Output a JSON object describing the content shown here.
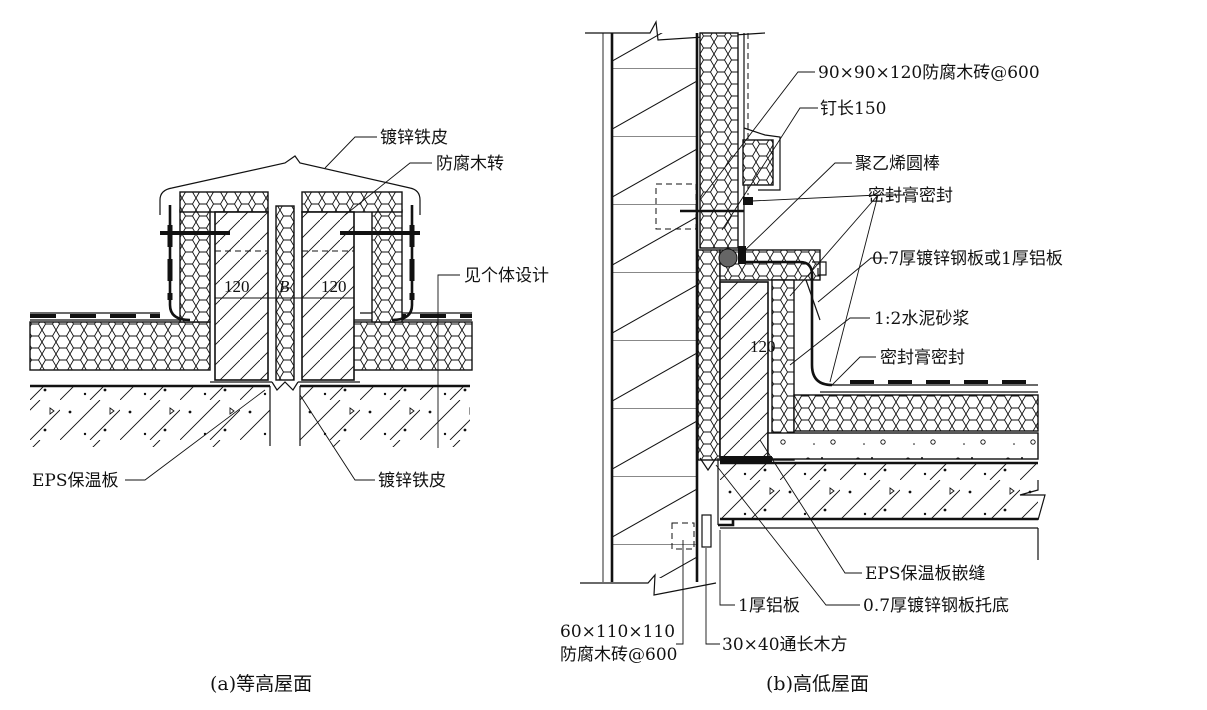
{
  "figure": {
    "panel_a": {
      "caption": "(a)等高屋面",
      "labels": {
        "galvanized_sheet_top": "镀锌铁皮",
        "antiseptic_wood": "防腐木转",
        "see_individual_design": "见个体设计",
        "eps_board": "EPS保温板",
        "galvanized_sheet_bottom": "镀锌铁皮"
      },
      "dimensions": {
        "left_width": "120",
        "gap": "B",
        "right_width": "120"
      }
    },
    "panel_b": {
      "caption": "(b)高低屋面",
      "labels": {
        "wood_brick_top": "90×90×120防腐木砖@600",
        "nail": "钉长150",
        "pe_rod": "聚乙烯圆棒",
        "sealant_top": "密封膏密封",
        "steel_or_al_plate": "0.7厚镀锌钢板或1厚铝板",
        "cement_mortar": "1:2水泥砂浆",
        "sealant_bottom": "密封膏密封",
        "eps_joint": "EPS保温板嵌缝",
        "al_plate": "1厚铝板",
        "steel_plate_base": "0.7厚镀锌钢板托底",
        "wood_brick_bottom_line1": "60×110×110",
        "wood_brick_bottom_line2": "防腐木砖@600",
        "wood_strip": "30×40通长木方"
      },
      "dimensions": {
        "wall_width": "120"
      }
    }
  }
}
